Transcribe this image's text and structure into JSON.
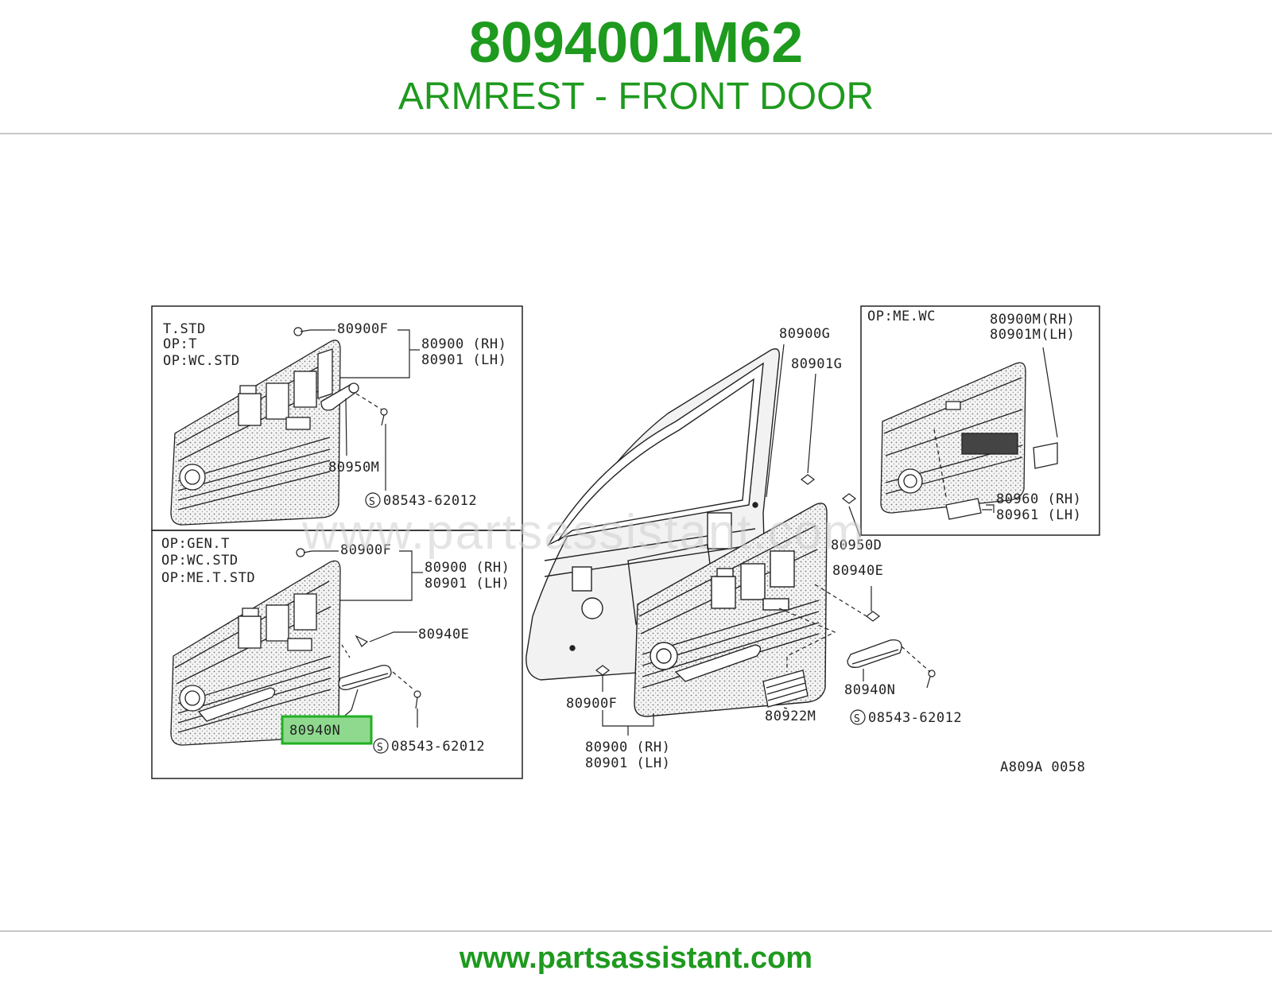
{
  "header": {
    "part_number": "8094001M62",
    "title": "ARMREST - FRONT DOOR"
  },
  "diagram": {
    "inset_top_left": {
      "options": [
        "T.STD",
        "OP:T",
        "OP:WC.STD"
      ],
      "labels": {
        "screw_top": "80900F",
        "trim_rh": "80900 (RH)",
        "trim_lh": "80901 (LH)",
        "pull": "80950M",
        "screw": "08543-62012"
      }
    },
    "inset_bottom_left": {
      "options": [
        "OP:GEN.T",
        "OP:WC.STD",
        "OP:ME.T.STD"
      ],
      "labels": {
        "screw_top": "80900F",
        "trim_rh": "80900 (RH)",
        "trim_lh": "80901 (LH)",
        "bracket": "80940E",
        "armrest": "80940N",
        "screw": "08543-62012"
      }
    },
    "inset_top_right": {
      "options": [
        "OP:ME.WC"
      ],
      "labels": {
        "trim_rh": "80900M(RH)",
        "trim_lh": "80901M(LH)",
        "pocket_rh": "80960 (RH)",
        "pocket_lh": "80961 (LH)"
      }
    },
    "main": {
      "labels": {
        "seal_g": "80900G",
        "seal_lh_g": "80901G",
        "clip_d": "80950D",
        "bracket": "80940E",
        "clip_f": "80900F",
        "armrest": "80940N",
        "screw": "08543-62012",
        "grille": "80922M",
        "trim_rh": "80900 (RH)",
        "trim_lh": "80901 (LH)",
        "drawing_code": "A809A 0058"
      }
    },
    "highlight": "80940N",
    "watermark": "www.partsassistant.com"
  },
  "footer": {
    "url": "www.partsassistant.com"
  },
  "colors": {
    "brand_green": "#1e9a1e",
    "highlight_fill": "#8fd98f",
    "highlight_border": "#22b022"
  }
}
